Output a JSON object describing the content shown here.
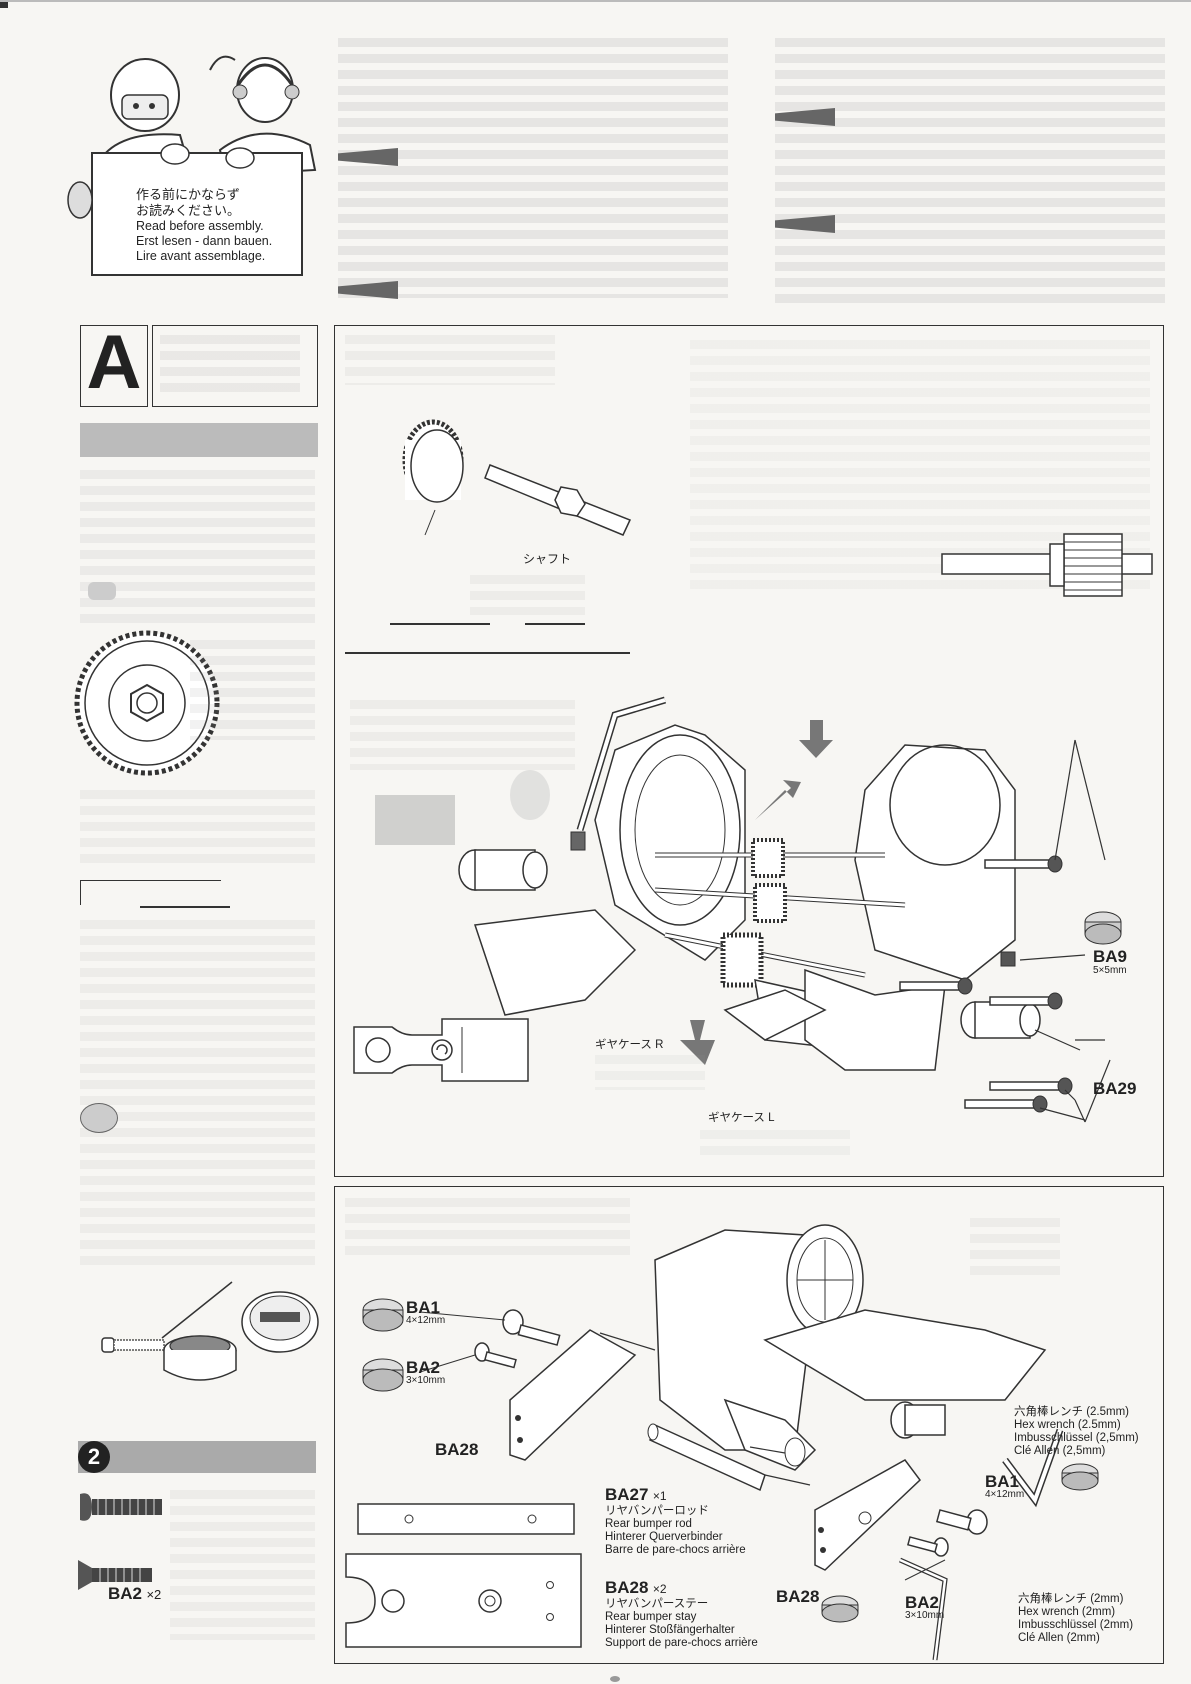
{
  "intro": {
    "lines": [
      "作る前にかならず",
      "お読みください。",
      "Read before assembly.",
      "Erst lesen - dann bauen.",
      "Lire avant assemblage."
    ]
  },
  "step_a": {
    "letter": "A",
    "shaft_label": "シャフト"
  },
  "gearbox": {
    "gear_case_r": "ギヤケース R",
    "gear_case_l": "ギヤケース L",
    "ba9_code": "BA9",
    "ba9_size": "5×5mm",
    "ba29_code": "BA29"
  },
  "bumper": {
    "ba1_code": "BA1",
    "ba1_size": "4×12mm",
    "ba2_code": "BA2",
    "ba2_size": "3×10mm",
    "ba28_code": "BA28",
    "ba27": {
      "code": "BA27",
      "qty": "×1",
      "lines": [
        "リヤバンパーロッド",
        "Rear bumper rod",
        "Hinterer Querverbinder",
        "Barre de pare-chocs arrière"
      ]
    },
    "ba28": {
      "code": "BA28",
      "qty": "×2",
      "lines": [
        "リヤバンパーステー",
        "Rear bumper stay",
        "Hinterer Stoßfängerhalter",
        "Support de pare-chocs arrière"
      ]
    },
    "wrench_25": [
      "六角棒レンチ (2.5mm)",
      "Hex wrench (2.5mm)",
      "Imbusschlüssel (2,5mm)",
      "Clé Allen (2,5mm)"
    ],
    "wrench_2": [
      "六角棒レンチ (2mm)",
      "Hex wrench (2mm)",
      "Imbusschlüssel (2mm)",
      "Clé Allen (2mm)"
    ],
    "ba1_right_code": "BA1",
    "ba1_right_size": "4×12mm",
    "ba2_right_code": "BA2",
    "ba2_right_size": "3×10mm",
    "ba28_right_code": "BA28"
  },
  "step_2": {
    "number": "2",
    "ba2_code": "BA2",
    "ba2_qty": "×2"
  }
}
